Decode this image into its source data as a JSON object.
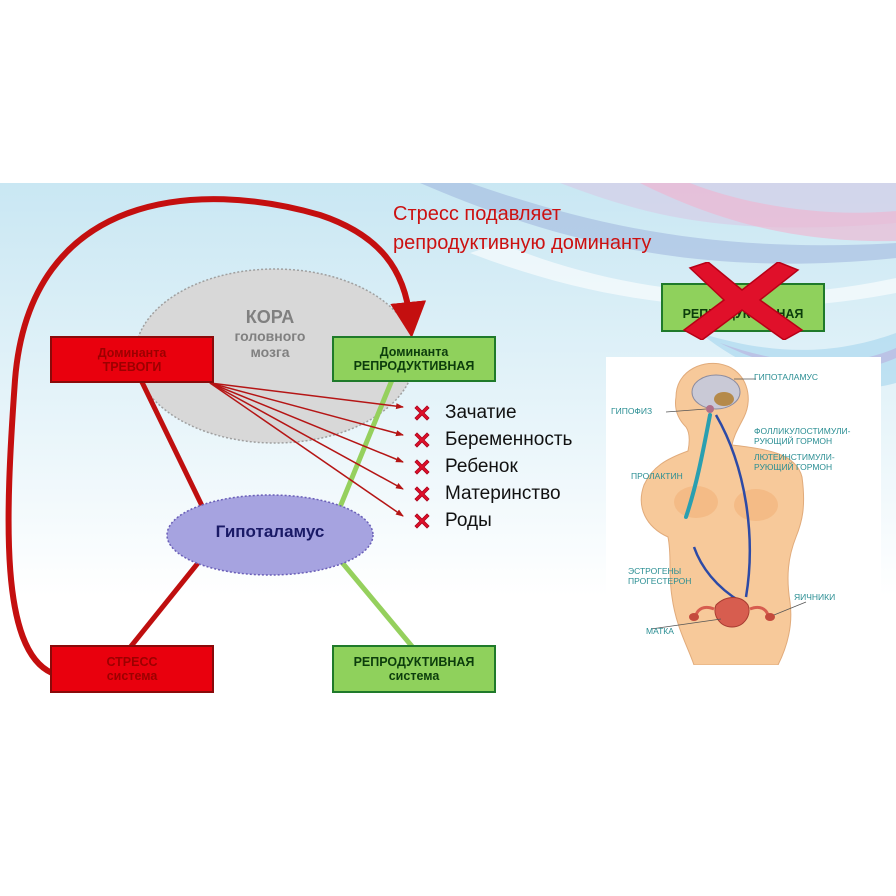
{
  "headline": {
    "line1": "Стресс подавляет",
    "line2": "репродуктивную доминанту"
  },
  "cortex": {
    "line1": "КОРА",
    "line2": "головного",
    "line3": "мозга"
  },
  "boxes": {
    "anxiety_dominant": {
      "line1": "Доминанта",
      "line2": "ТРЕВОГИ"
    },
    "reproductive_dominant": {
      "line1": "Доминанта",
      "line2": "РЕПРОДУКТИВНАЯ"
    },
    "stress_system": {
      "line1": "СТРЕСС",
      "line2": "система"
    },
    "reproductive_system": {
      "line1": "РЕПРОДУКТИВНАЯ",
      "line2": "система"
    }
  },
  "hypothalamus": "Гипоталамус",
  "outcomes": [
    "Зачатие",
    "Беременность",
    "Ребенок",
    "Материнство",
    "Роды"
  ],
  "no_reproductive": {
    "line1": "НЕТ",
    "line2": "РЕПРОДУКТИВНАЯ"
  },
  "anatomy_labels": {
    "hypothalamus": "Гипоталамус",
    "pituitary": "Гипофиз",
    "fsh_1": "Фолликулостимули-",
    "fsh_2": "рующий гормон",
    "lh_1": "Лютеинстимули-",
    "lh_2": "рующий гормон",
    "prolactin": "Пролактин",
    "estrogens": "Эстрогены",
    "progesterone": "Прогестерон",
    "ovaries": "Яичники",
    "uterus": "Матка"
  },
  "colors": {
    "red": "#e9000d",
    "green": "#8fd15c",
    "dark_red_arrow": "#c40f0f",
    "cross_red": "#e0102a",
    "hypothalamus_fill": "#a6a3e0",
    "cortex_fill": "#d8d8d8"
  }
}
